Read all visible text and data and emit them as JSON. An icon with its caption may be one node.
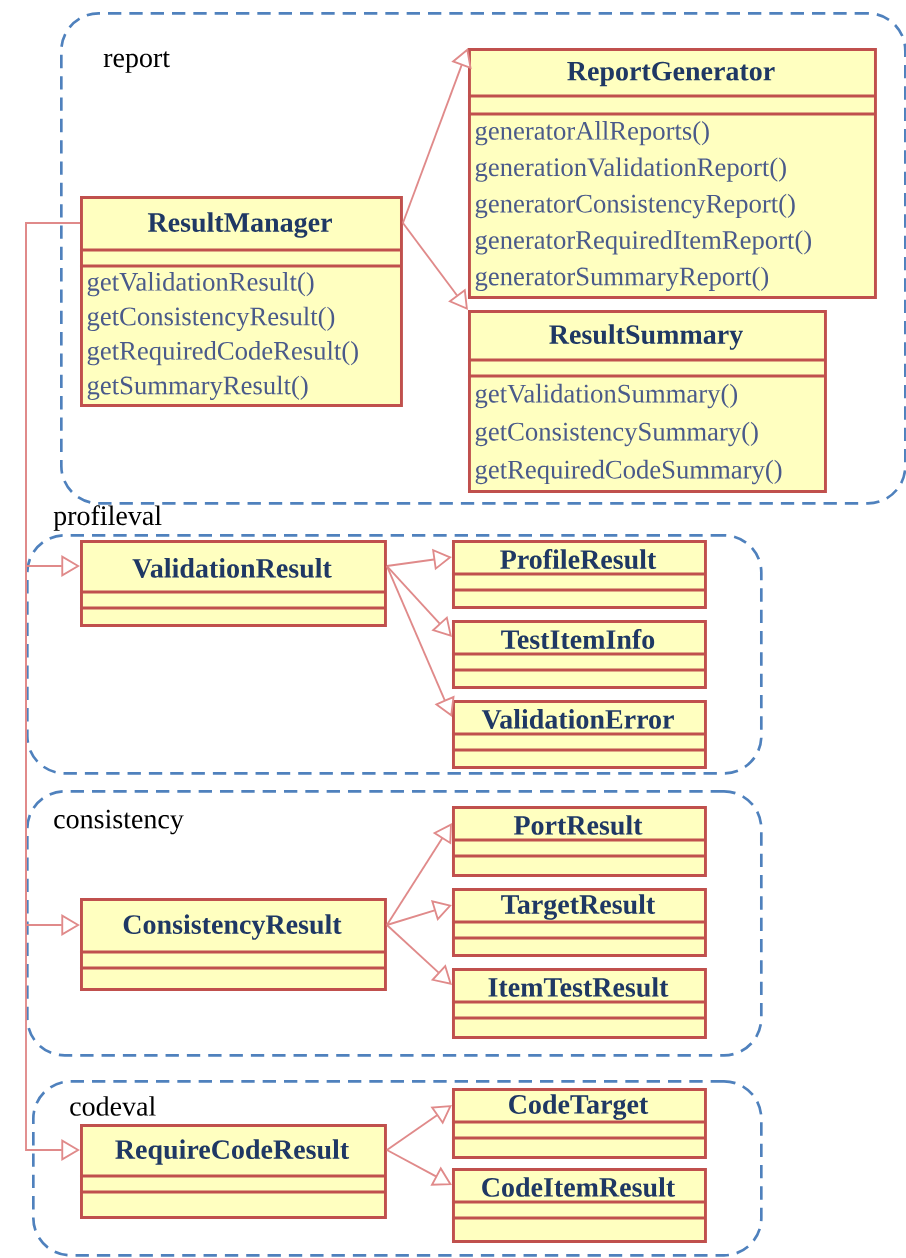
{
  "diagram": {
    "nodes": [
      {
        "text": [
          "report"
        ]
      },
      {
        "text": [
          "ResultManager",
          "getValidationResult()",
          "getConsistencyResult()",
          "getRequiredCodeResult()",
          "getSummaryResult()"
        ],
        "in": 0
      },
      {
        "text": [
          "ReportGenerator",
          "generatorAllReports()",
          "generationValidationReport()",
          "generatorConsistencyReport()",
          "generatorRequiredItemReport()",
          "generatorSummaryReport()"
        ],
        "in": 0
      },
      {
        "text": [
          "ResultSummary",
          "getValidationSummary()",
          "getConsistencySummary()",
          "getRequiredCodeSummary()"
        ],
        "in": 0
      },
      {
        "text": [
          "profileval"
        ]
      },
      {
        "text": [
          "ValidationResult"
        ],
        "in": 4
      },
      {
        "text": [
          "ProfileResult"
        ],
        "in": 4
      },
      {
        "text": [
          "TestItemInfo"
        ],
        "in": 4
      },
      {
        "text": [
          "ValidationError"
        ],
        "in": 4
      },
      {
        "text": [
          "consistency"
        ]
      },
      {
        "text": [
          "ConsistencyResult"
        ],
        "in": 9
      },
      {
        "text": [
          "PortResult"
        ],
        "in": 9
      },
      {
        "text": [
          "TargetResult"
        ],
        "in": 9
      },
      {
        "text": [
          "ItemTestResult"
        ],
        "in": 9
      },
      {
        "text": [
          "codeval"
        ]
      },
      {
        "text": [
          "RequireCodeResult"
        ],
        "in": 14
      },
      {
        "text": [
          "CodeTarget"
        ],
        "in": 14
      },
      {
        "text": [
          "CodeItemResult"
        ],
        "in": 14
      }
    ],
    "edges": [
      {
        "from": 1,
        "to": 2,
        "arrow": "to"
      },
      {
        "from": 1,
        "to": 3,
        "arrow": "to"
      },
      {
        "from": 1,
        "to": 5,
        "arrow": "to"
      },
      {
        "from": 1,
        "to": 10,
        "arrow": "to"
      },
      {
        "from": 1,
        "to": 15,
        "arrow": "to"
      },
      {
        "from": 5,
        "to": 6,
        "arrow": "to"
      },
      {
        "from": 5,
        "to": 7,
        "arrow": "to"
      },
      {
        "from": 5,
        "to": 8,
        "arrow": "to"
      },
      {
        "from": 10,
        "to": 11,
        "arrow": "to"
      },
      {
        "from": 10,
        "to": 12,
        "arrow": "to"
      },
      {
        "from": 10,
        "to": 13,
        "arrow": "to"
      },
      {
        "from": 15,
        "to": 16,
        "arrow": "to"
      },
      {
        "from": 15,
        "to": 17,
        "arrow": "to"
      }
    ]
  }
}
